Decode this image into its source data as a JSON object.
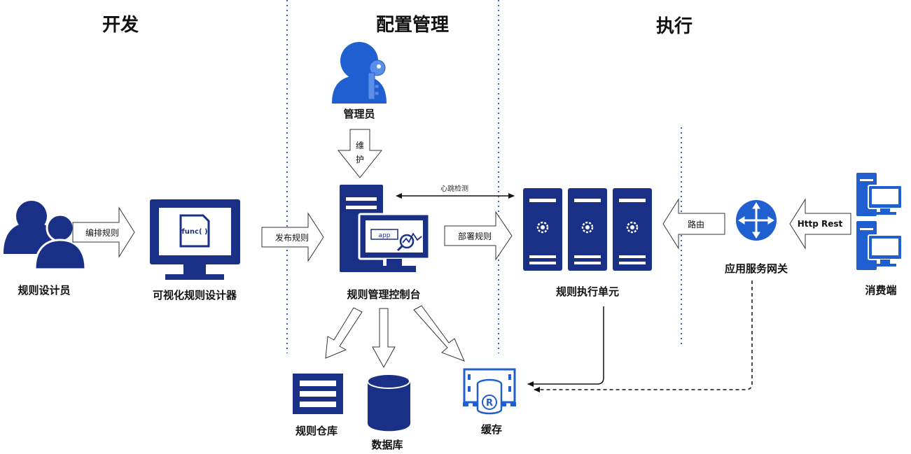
{
  "sections": {
    "dev": "开发",
    "config": "配置管理",
    "exec": "执行"
  },
  "nodes": {
    "designer_user": "规则设计员",
    "visual_designer": "可视化规则设计器",
    "admin": "管理员",
    "console": "规则管理控制台",
    "exec_unit": "规则执行单元",
    "gateway": "应用服务网关",
    "consumer": "消费端",
    "repo": "规则仓库",
    "database": "数据库",
    "cache": "缓存"
  },
  "arrows": {
    "compose": "编排规则",
    "publish": "发布规则",
    "maintain_1": "维",
    "maintain_2": "护",
    "heartbeat": "心跳检测",
    "deploy": "部署规则",
    "route": "路由",
    "http": "Http Rest"
  },
  "icon_labels": {
    "func": "func( )",
    "app": "app",
    "cache_r": "R"
  },
  "colors": {
    "navy": "#1a2f86",
    "blue": "#1f5fd0",
    "separator": "#3a5fc7"
  }
}
